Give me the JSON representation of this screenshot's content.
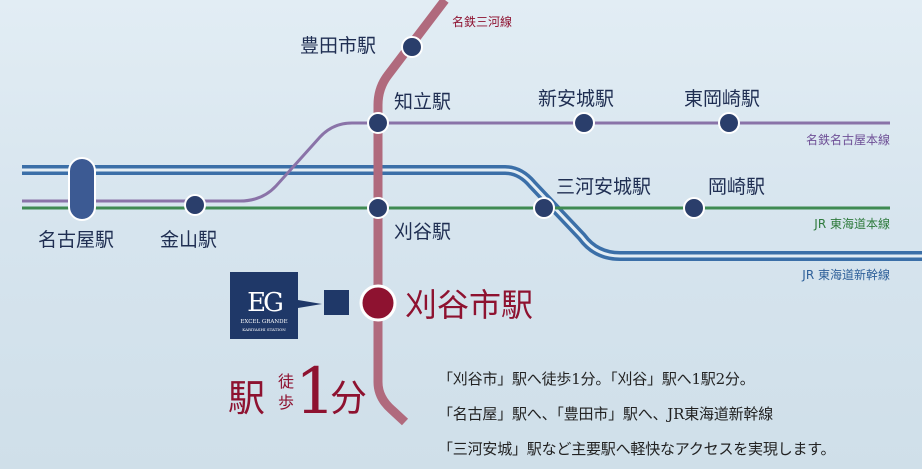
{
  "lines": {
    "meitetsu_mikawa": {
      "label": "名鉄三河線",
      "color": "#b06a7d",
      "label_color": "#8e1230"
    },
    "meitetsu_nagoya": {
      "label": "名鉄名古屋本線",
      "color": "#8a73a8",
      "label_color": "#6e4f96"
    },
    "jr_tokaido": {
      "label": "JR 東海道本線",
      "color": "#3f8a52",
      "label_color": "#2e7a3c"
    },
    "jr_shinkansen": {
      "label": "JR 東海道新幹線",
      "color": "#3b6fa8",
      "label_color": "#2d5f99"
    }
  },
  "stations": {
    "toyotashi": "豊田市駅",
    "chiryu": "知立駅",
    "shin_anjo": "新安城駅",
    "higashi_okazaki": "東岡崎駅",
    "mikawa_anjo": "三河安城駅",
    "okazaki": "岡崎駅",
    "nagoya": "名古屋駅",
    "kanayama": "金山駅",
    "kariya": "刈谷駅",
    "kariyashi": "刈谷市駅"
  },
  "logo": {
    "mark": "EG",
    "name": "EXCEL GRANDE",
    "sub": "KARIYASHI STATION"
  },
  "walk": {
    "station": "駅",
    "walk": "徒歩",
    "minutes": "1",
    "unit": "分"
  },
  "description": [
    "「刈谷市」駅へ徒歩1分。「刈谷」駅へ1駅2分。",
    "「名古屋」駅へ、「豊田市」駅へ、JR東海道新幹線",
    "「三河安城」駅など主要駅へ軽快なアクセスを実現します。"
  ],
  "colors": {
    "station_dot": "#2a3e6b",
    "highlight": "#8e1230",
    "navy": "#1f3868"
  }
}
